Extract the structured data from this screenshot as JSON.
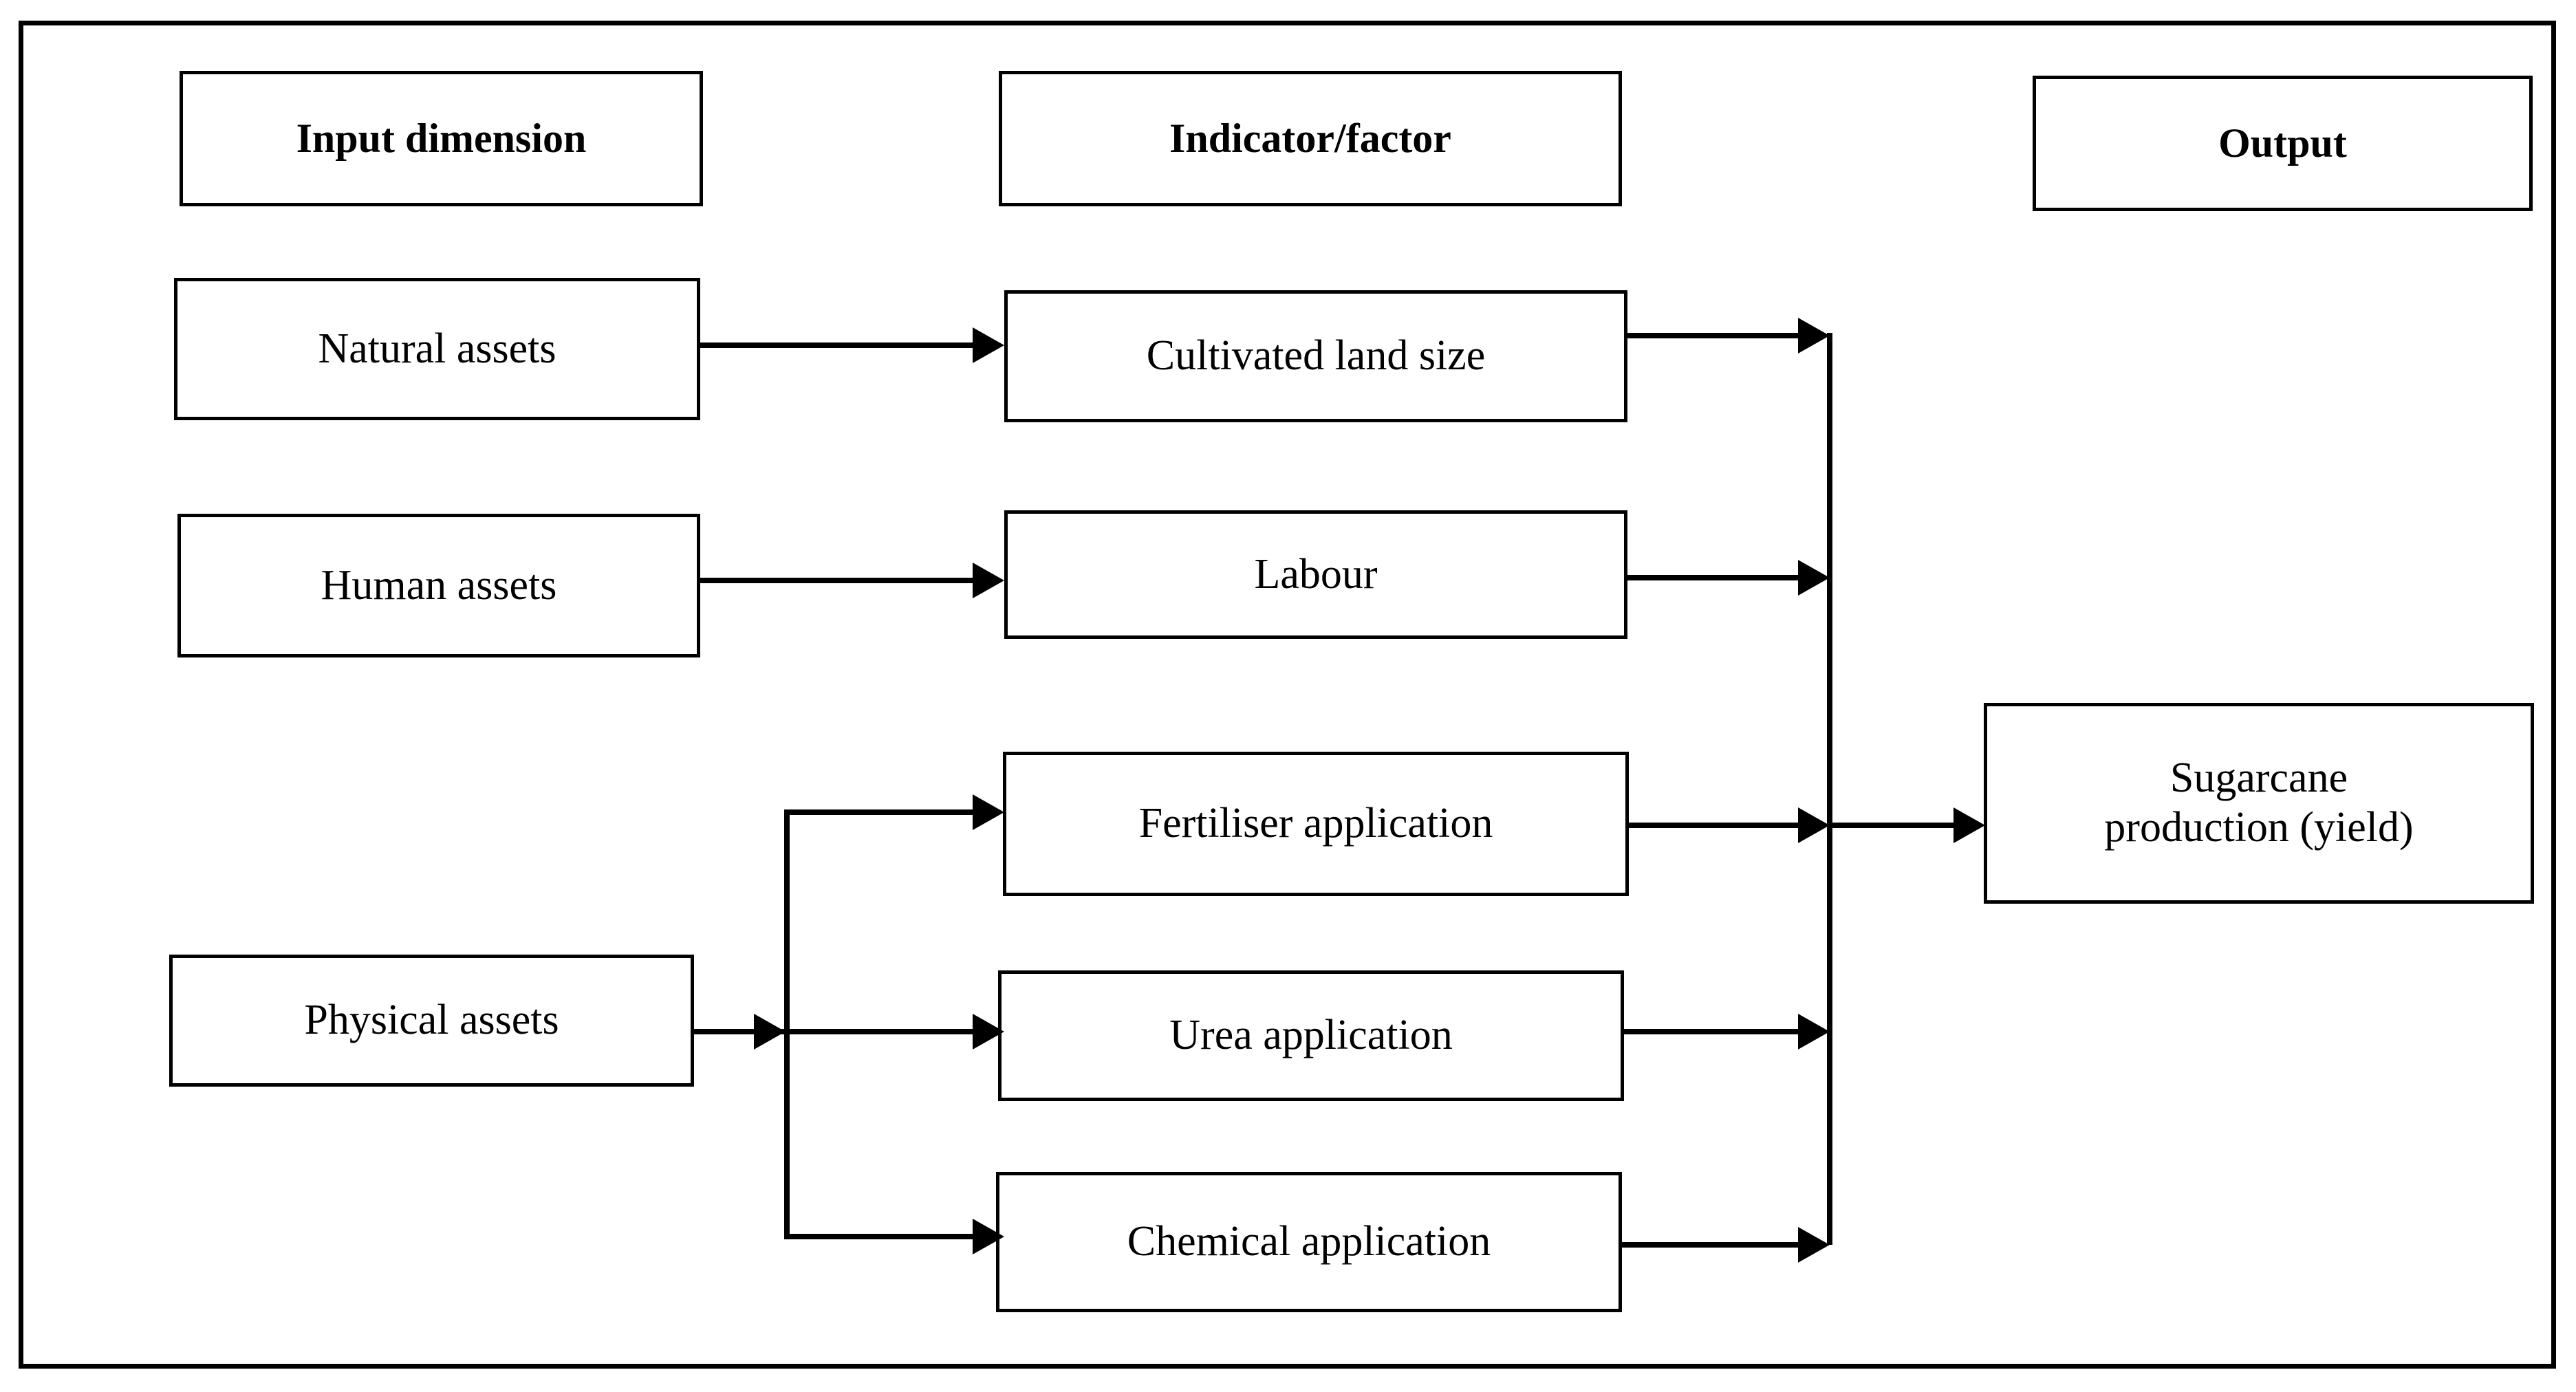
{
  "diagram": {
    "title_columns": [
      {
        "id": "input-dimension",
        "label": "Input dimension"
      },
      {
        "id": "indicator-factor",
        "label": "Indicator/factor"
      },
      {
        "id": "output",
        "label": "Output"
      }
    ],
    "inputs": [
      {
        "id": "natural-assets",
        "label": "Natural assets"
      },
      {
        "id": "human-assets",
        "label": "Human assets"
      },
      {
        "id": "physical-assets",
        "label": "Physical assets"
      }
    ],
    "indicators": [
      {
        "id": "cultivated-land-size",
        "label": "Cultivated land size"
      },
      {
        "id": "labour",
        "label": "Labour"
      },
      {
        "id": "fertiliser-application",
        "label": "Fertiliser application"
      },
      {
        "id": "urea-application",
        "label": "Urea application"
      },
      {
        "id": "chemical-application",
        "label": "Chemical application"
      }
    ],
    "output": {
      "id": "sugarcane-production",
      "line1": "Sugarcane",
      "line2": "production (yield)"
    },
    "edges": [
      {
        "from": "natural-assets",
        "to": "cultivated-land-size"
      },
      {
        "from": "human-assets",
        "to": "labour"
      },
      {
        "from": "physical-assets",
        "to": "fertiliser-application"
      },
      {
        "from": "physical-assets",
        "to": "urea-application"
      },
      {
        "from": "physical-assets",
        "to": "chemical-application"
      },
      {
        "from": "cultivated-land-size",
        "to": "sugarcane-production"
      },
      {
        "from": "labour",
        "to": "sugarcane-production"
      },
      {
        "from": "fertiliser-application",
        "to": "sugarcane-production"
      },
      {
        "from": "urea-application",
        "to": "sugarcane-production"
      },
      {
        "from": "chemical-application",
        "to": "sugarcane-production"
      }
    ],
    "colors": {
      "stroke": "#000000",
      "background": "#ffffff",
      "text": "#000000"
    }
  }
}
